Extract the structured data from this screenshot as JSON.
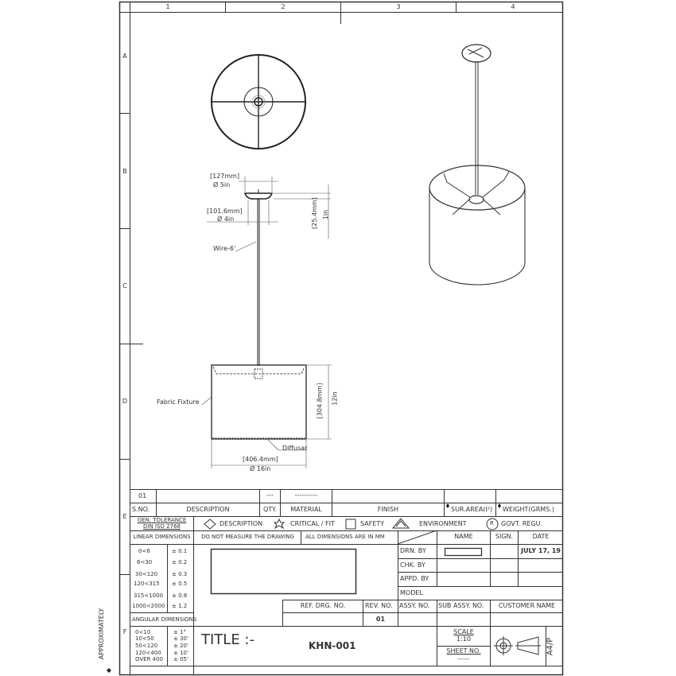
{
  "sheet": {
    "columns": [
      "1",
      "2",
      "3",
      "4"
    ],
    "rows": [
      "A",
      "B",
      "C",
      "D",
      "E",
      "F"
    ],
    "side_note": "APPROXIMATELY"
  },
  "drawing": {
    "top_view": {
      "type": "circle-plan",
      "label": ""
    },
    "front_view": {
      "canopy_dim_mm": "[127mm]",
      "canopy_dim_in": "Ø 5in",
      "base_dim_mm": "[101.6mm]",
      "base_dim_in": "Ø 4in",
      "height_dim_mm": "[25.4mm]",
      "height_dim_in": "1in",
      "wire_label": "Wire-6'",
      "shade_height_mm": "[304.8mm]",
      "shade_height_in": "12in",
      "shade_width_mm": "[406.4mm]",
      "shade_width_in": "Ø 16in",
      "fabric_label": "Fabric Fixture",
      "diffuser_label": "Diffusar"
    },
    "iso_view": {
      "type": "isometric"
    }
  },
  "bom": {
    "row": {
      "sno": "01",
      "description": "",
      "qty": "---",
      "material": "----------",
      "finish": "",
      "sur_area": "",
      "weight": ""
    },
    "headers": {
      "sno": "S.NO.",
      "description": "DESCRIPTION",
      "qty": "QTY.",
      "material": "MATERIAL",
      "finish": "FINISH",
      "sur_area": "SUR.AREA(I²)",
      "weight": "WEIGHT(GRMS.)"
    }
  },
  "legend": {
    "gen_tol_1": "GEN. TOLERANCE",
    "gen_tol_2": "DIN ISO 2768",
    "description": "DESCRIPTION",
    "critical": "CRITICAL / FIT",
    "safety": "SAFETY",
    "environment": "ENVIRONMENT",
    "govt": "GOVT. REGU.",
    "govt_symbol": "R"
  },
  "tolerances": {
    "linear_title": "LINEAR DIMENSIONS",
    "linear": [
      {
        "range": "0<6",
        "tol": "± 0.1"
      },
      {
        "range": "6<30",
        "tol": "± 0.2"
      },
      {
        "range": "30<120",
        "tol": "± 0.3"
      },
      {
        "range": "120<315",
        "tol": "± 0.5"
      },
      {
        "range": "315<1000",
        "tol": "± 0.8"
      },
      {
        "range": "1000<2000",
        "tol": "± 1.2"
      }
    ],
    "angular_title": "ANGULAR DIMENSIONS",
    "angular": [
      {
        "range": "0<10",
        "tol": "± 1°"
      },
      {
        "range": "10<50",
        "tol": "± 30'"
      },
      {
        "range": "50<120",
        "tol": "± 20'"
      },
      {
        "range": "120<400",
        "tol": "± 10'"
      },
      {
        "range": "OVER 400",
        "tol": "± 05'"
      }
    ]
  },
  "notes": {
    "no_measure": "DO NOT MEASURE THE DRAWING",
    "units": "ALL DIMENSIONS ARE IN MM"
  },
  "approval": {
    "headers": {
      "name": "NAME",
      "sign": "SIGN.",
      "date": "DATE"
    },
    "rows": [
      {
        "label": "DRN. BY",
        "name": "",
        "sign": "",
        "date": "JULY 17, 19"
      },
      {
        "label": "CHK. BY",
        "name": "",
        "sign": "",
        "date": ""
      },
      {
        "label": "APPD. BY",
        "name": "",
        "sign": "",
        "date": ""
      }
    ],
    "model_label": "MODEL",
    "model_value": ""
  },
  "refs": {
    "ref_drg_label": "REF. DRG. NO.",
    "ref_drg_value": "",
    "rev_label": "REV. NO.",
    "rev_value": "01",
    "assy_label": "ASSY. NO.",
    "assy_value": "",
    "sub_assy_label": "SUB ASSY. NO.",
    "sub_assy_value": "",
    "customer_label": "CUSTOMER NAME",
    "customer_value": ""
  },
  "title_block": {
    "title_label": "TITLE :-",
    "part_no": "KHN-001",
    "scale_label": "SCALE",
    "scale_value": "1:10",
    "sheet_label": "SHEET NO.",
    "sheet_value": "------",
    "paper_size": "A4/P",
    "projection": "first-angle-projection-symbol"
  }
}
